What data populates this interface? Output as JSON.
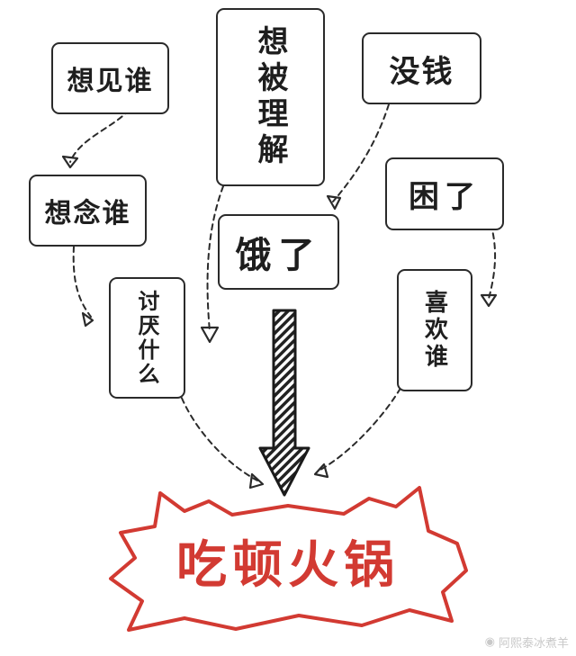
{
  "boxes": {
    "xiangjian_shui": "想见谁",
    "xiang_bei_lijie": "想被理解",
    "mei_qian": "没钱",
    "xiangnian_shui": "想念谁",
    "kun_le": "困了",
    "e_le": "饿了",
    "taoyan_shenme": "讨厌什么",
    "xihuan_shui": "喜欢谁"
  },
  "result": "吃顿火锅",
  "watermark": "阿熙泰冰煮羊",
  "colors": {
    "ink": "#2a2a2a",
    "accent": "#d23a32"
  }
}
